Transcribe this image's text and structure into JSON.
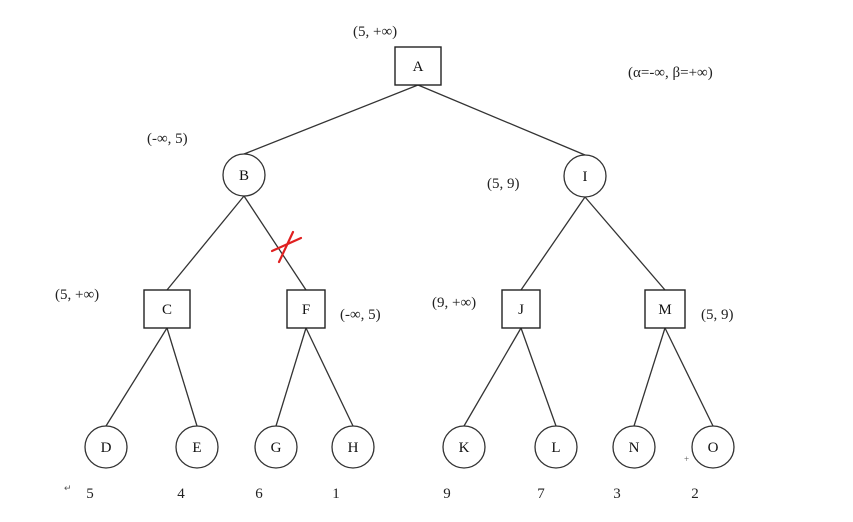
{
  "nodes": {
    "A": {
      "label": "A",
      "kind": "max",
      "interval": "(5,  +∞)"
    },
    "B": {
      "label": "B",
      "kind": "min",
      "interval": "(-∞,  5)"
    },
    "I": {
      "label": "I",
      "kind": "min",
      "interval": "(5,  9)"
    },
    "C": {
      "label": "C",
      "kind": "max",
      "interval": "(5,  +∞)"
    },
    "F": {
      "label": "F",
      "kind": "max",
      "interval": "(-∞,  5)"
    },
    "J": {
      "label": "J",
      "kind": "max",
      "interval": "(9,  +∞)"
    },
    "M": {
      "label": "M",
      "kind": "max",
      "interval": "(5,  9)"
    },
    "D": {
      "label": "D",
      "kind": "leaf",
      "value": "5"
    },
    "E": {
      "label": "E",
      "kind": "leaf",
      "value": "4"
    },
    "G": {
      "label": "G",
      "kind": "leaf",
      "value": "6"
    },
    "H": {
      "label": "H",
      "kind": "leaf",
      "value": "1"
    },
    "K": {
      "label": "K",
      "kind": "leaf",
      "value": "9"
    },
    "L": {
      "label": "L",
      "kind": "leaf",
      "value": "7"
    },
    "N": {
      "label": "N",
      "kind": "leaf",
      "value": "3"
    },
    "O": {
      "label": "O",
      "kind": "leaf",
      "value": "2"
    }
  },
  "edges": [
    [
      "A",
      "B"
    ],
    [
      "A",
      "I"
    ],
    [
      "B",
      "C"
    ],
    [
      "B",
      "F"
    ],
    [
      "I",
      "J"
    ],
    [
      "I",
      "M"
    ],
    [
      "C",
      "D"
    ],
    [
      "C",
      "E"
    ],
    [
      "F",
      "G"
    ],
    [
      "F",
      "H"
    ],
    [
      "J",
      "K"
    ],
    [
      "J",
      "L"
    ],
    [
      "M",
      "N"
    ],
    [
      "M",
      "O"
    ]
  ],
  "pruned_edge": [
    "B",
    "F"
  ],
  "initial_window": "(α=-∞,  β=+∞)",
  "colors": {
    "cut_mark": "#e02020",
    "line": "#333333"
  }
}
